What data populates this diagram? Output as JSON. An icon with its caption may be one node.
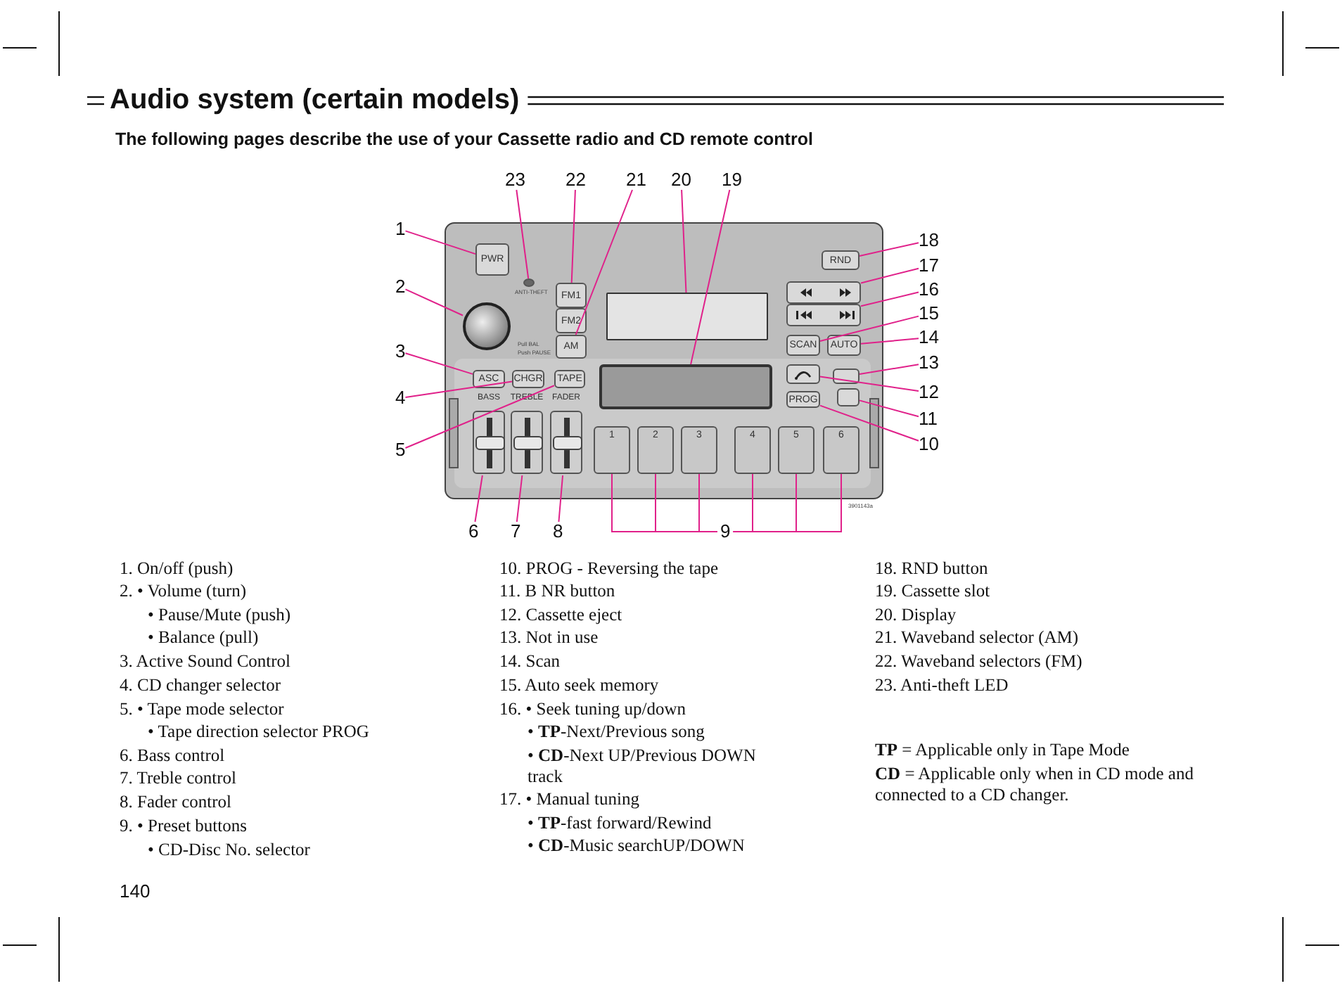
{
  "diagram": {
    "title": "Audio system (certain models)",
    "nodes": [
      {
        "text": [],
        "shape": "box"
      },
      {
        "text": [
          "PWR"
        ],
        "in": 0
      },
      {
        "text": [],
        "shape": "circle",
        "in": 0
      },
      {
        "text": [],
        "shape": "circle",
        "in": 0
      },
      {
        "text": [
          "FM1"
        ],
        "in": 0
      },
      {
        "text": [
          "FM2"
        ],
        "in": 0
      },
      {
        "text": [
          "AM"
        ],
        "in": 0
      },
      {
        "text": [],
        "shape": "box",
        "in": 0
      },
      {
        "text": [
          "ASC"
        ],
        "in": 0
      },
      {
        "text": [
          "CHGR"
        ],
        "in": 0
      },
      {
        "text": [
          "TAPE"
        ],
        "in": 0
      },
      {
        "text": [],
        "shape": "box",
        "in": 0
      },
      {
        "text": [
          "BASS"
        ],
        "in": 0
      },
      {
        "text": [
          "TREBLE"
        ],
        "in": 0
      },
      {
        "text": [
          "FADER"
        ],
        "in": 0
      },
      {
        "text": [
          "1"
        ],
        "in": 0
      },
      {
        "text": [
          "2"
        ],
        "in": 0
      },
      {
        "text": [
          "3"
        ],
        "in": 0
      },
      {
        "text": [
          "4"
        ],
        "in": 0
      },
      {
        "text": [
          "5"
        ],
        "in": 0
      },
      {
        "text": [
          "6"
        ],
        "in": 0
      },
      {
        "text": [
          "RND"
        ],
        "in": 0
      },
      {
        "text": [],
        "shape": "box",
        "in": 0
      },
      {
        "text": [],
        "shape": "box",
        "in": 0
      },
      {
        "text": [
          "SCAN"
        ],
        "in": 0
      },
      {
        "text": [
          "AUTO"
        ],
        "in": 0
      },
      {
        "text": [],
        "shape": "box",
        "in": 0
      },
      {
        "text": [],
        "shape": "box",
        "in": 0
      },
      {
        "text": [
          "PROG"
        ],
        "in": 0
      },
      {
        "text": [],
        "shape": "box",
        "in": 0
      },
      {
        "text": [
          "1"
        ]
      },
      {
        "text": [
          "2"
        ]
      },
      {
        "text": [
          "3"
        ]
      },
      {
        "text": [
          "4"
        ]
      },
      {
        "text": [
          "5"
        ]
      },
      {
        "text": [
          "6"
        ]
      },
      {
        "text": [
          "7"
        ]
      },
      {
        "text": [
          "8"
        ]
      },
      {
        "text": [
          "9"
        ]
      },
      {
        "text": [
          "10"
        ]
      },
      {
        "text": [
          "11"
        ]
      },
      {
        "text": [
          "12"
        ]
      },
      {
        "text": [
          "13"
        ]
      },
      {
        "text": [
          "14"
        ]
      },
      {
        "text": [
          "15"
        ]
      },
      {
        "text": [
          "16"
        ]
      },
      {
        "text": [
          "17"
        ]
      },
      {
        "text": [
          "18"
        ]
      },
      {
        "text": [
          "19"
        ]
      },
      {
        "text": [
          "20"
        ]
      },
      {
        "text": [
          "21"
        ]
      },
      {
        "text": [
          "22"
        ]
      },
      {
        "text": [
          "23"
        ]
      }
    ],
    "edges": [
      {
        "from": 30,
        "to": 1,
        "arrow": "none"
      },
      {
        "from": 31,
        "to": 3,
        "arrow": "none"
      },
      {
        "from": 32,
        "to": 8,
        "arrow": "none"
      },
      {
        "from": 33,
        "to": 9,
        "arrow": "none"
      },
      {
        "from": 34,
        "to": 10,
        "arrow": "none"
      },
      {
        "from": 35,
        "to": 12,
        "arrow": "none"
      },
      {
        "from": 36,
        "to": 13,
        "arrow": "none"
      },
      {
        "from": 37,
        "to": 14,
        "arrow": "none"
      },
      {
        "from": 38,
        "to": 15,
        "arrow": "none"
      },
      {
        "from": 38,
        "to": 16,
        "arrow": "none"
      },
      {
        "from": 38,
        "to": 17,
        "arrow": "none"
      },
      {
        "from": 38,
        "to": 18,
        "arrow": "none"
      },
      {
        "from": 38,
        "to": 19,
        "arrow": "none"
      },
      {
        "from": 38,
        "to": 20,
        "arrow": "none"
      },
      {
        "from": 39,
        "to": 28,
        "arrow": "none"
      },
      {
        "from": 40,
        "to": 29,
        "arrow": "none"
      },
      {
        "from": 41,
        "to": 26,
        "arrow": "none"
      },
      {
        "from": 42,
        "to": 27,
        "arrow": "none"
      },
      {
        "from": 43,
        "to": 25,
        "arrow": "none"
      },
      {
        "from": 44,
        "to": 24,
        "arrow": "none"
      },
      {
        "from": 45,
        "to": 23,
        "arrow": "none"
      },
      {
        "from": 46,
        "to": 22,
        "arrow": "none"
      },
      {
        "from": 47,
        "to": 21,
        "arrow": "none"
      },
      {
        "from": 48,
        "to": 11,
        "arrow": "none"
      },
      {
        "from": 49,
        "to": 7,
        "arrow": "none"
      },
      {
        "from": 50,
        "to": 6,
        "arrow": "none"
      },
      {
        "from": 51,
        "to": 4,
        "arrow": "none"
      },
      {
        "from": 52,
        "to": 2,
        "arrow": "none"
      }
    ],
    "labels": [
      "The following pages describe the use of your Cassette radio and CD remote control",
      "ANTI-THEFT",
      "Pull BAL",
      "Push PAUSE",
      "3901143a",
      "1. On/off (push)",
      "2. • Volume (turn)",
      "• Pause/Mute (push)",
      "• Balance (pull)",
      "3. Active Sound Control",
      "4. CD changer selector",
      "5. • Tape mode selector",
      "• Tape direction selector PROG",
      "6. Bass control",
      "7. Treble control",
      "8. Fader control",
      "9. • Preset buttons",
      "• CD-Disc No. selector",
      "10. PROG - Reversing the tape",
      "11. B NR button",
      "12. Cassette eject",
      "13. Not in use",
      "14. Scan",
      "15. Auto seek memory",
      "16. • Seek tuning up/down",
      "• **TP**-Next/Previous song",
      "• **CD**-Next UP/Previous DOWN track",
      "17. • Manual tuning",
      "• **TP**-fast forward/Rewind",
      "• **CD**-Music searchUP/DOWN",
      "18. RND button",
      "19. Cassette slot",
      "20. Display",
      "21. Waveband selector (AM)",
      "22. Waveband selectors (FM)",
      "23. Anti-theft LED",
      "**TP** = Applicable only in Tape Mode",
      "**CD** = Applicable only when in CD mode and connected to a CD changer.",
      "140"
    ]
  }
}
